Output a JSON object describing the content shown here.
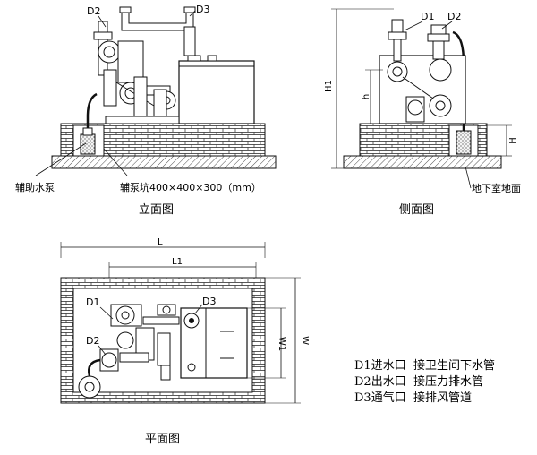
{
  "labels": {
    "d1": "D1",
    "d2": "D2",
    "d3": "D3",
    "aux_pump": "辅助水泵",
    "aux_pit": "辅泵坑400×400×300（mm）",
    "basement_floor": "地下室地面"
  },
  "dimensions": {
    "h1": "H1",
    "h": "h",
    "H": "H",
    "L": "L",
    "L1": "L1",
    "W": "W",
    "W1": "W1"
  },
  "captions": {
    "elevation": "立面图",
    "side": "侧面图",
    "plan": "平面图"
  },
  "legend": [
    {
      "code": "D1进水口",
      "desc": "接卫生间下水管"
    },
    {
      "code": "D2出水口",
      "desc": "接压力排水管"
    },
    {
      "code": "D3通气口",
      "desc": "接排风管道"
    }
  ]
}
